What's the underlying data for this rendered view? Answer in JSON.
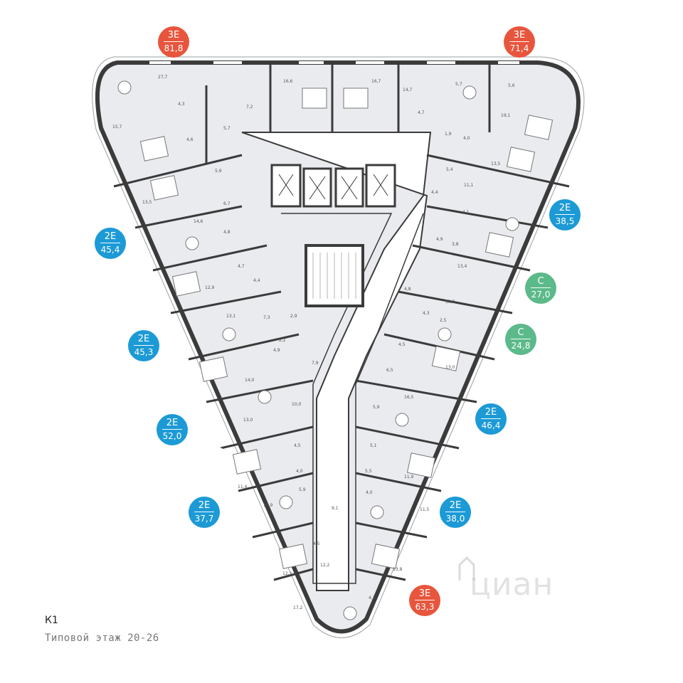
{
  "plan": {
    "building": "К1",
    "floor_caption": "Типовой этаж 20-26"
  },
  "watermark": {
    "text": "циан"
  },
  "colors": {
    "type_3e": "#e8553d",
    "type_2e": "#1c9ad6",
    "type_c": "#5cb98a",
    "apartment_fill": "#e9ebef",
    "wall": "#3b3b3b"
  },
  "apartments": [
    {
      "type": "3Е",
      "area": "81,8",
      "color": "#e8553d"
    },
    {
      "type": "3Е",
      "area": "71,4",
      "color": "#e8553d"
    },
    {
      "type": "2Е",
      "area": "38,5",
      "color": "#1c9ad6"
    },
    {
      "type": "С",
      "area": "27,0",
      "color": "#5cb98a"
    },
    {
      "type": "С",
      "area": "24,8",
      "color": "#5cb98a"
    },
    {
      "type": "2Е",
      "area": "46,4",
      "color": "#1c9ad6"
    },
    {
      "type": "2Е",
      "area": "38,0",
      "color": "#1c9ad6"
    },
    {
      "type": "3Е",
      "area": "63,3",
      "color": "#e8553d"
    },
    {
      "type": "2Е",
      "area": "37,7",
      "color": "#1c9ad6"
    },
    {
      "type": "2Е",
      "area": "52,0",
      "color": "#1c9ad6"
    },
    {
      "type": "2Е",
      "area": "45,3",
      "color": "#1c9ad6"
    },
    {
      "type": "2Е",
      "area": "45,4",
      "color": "#1c9ad6"
    }
  ],
  "room_areas": [
    "27,7",
    "16,6",
    "16,7",
    "14,7",
    "5,6",
    "5,7",
    "4,3",
    "7,2",
    "5,7",
    "4,7",
    "19,1",
    "15,7",
    "4,6",
    "1,9",
    "4,0",
    "5,9",
    "5,4",
    "13,5",
    "13,5",
    "11,1",
    "6,7",
    "4,4",
    "14,6",
    "4,1",
    "4,8",
    "4,9",
    "3,8",
    "4,7",
    "13,4",
    "12,9",
    "4,4",
    "4,8",
    "13,2",
    "13,1",
    "7,3",
    "2,9",
    "4,3",
    "2,5",
    "2,2",
    "4,9",
    "4,5",
    "7,9",
    "13,0",
    "14,0",
    "6,5",
    "10,0",
    "16,5",
    "13,0",
    "5,9",
    "4,5",
    "5,1",
    "4,0",
    "5,5",
    "11,4",
    "11,9",
    "5,9",
    "4,0",
    "9,1",
    "11,9",
    "11,5",
    "4,5",
    "12,2",
    "12,3",
    "13,8",
    "17,2",
    "4,2"
  ]
}
